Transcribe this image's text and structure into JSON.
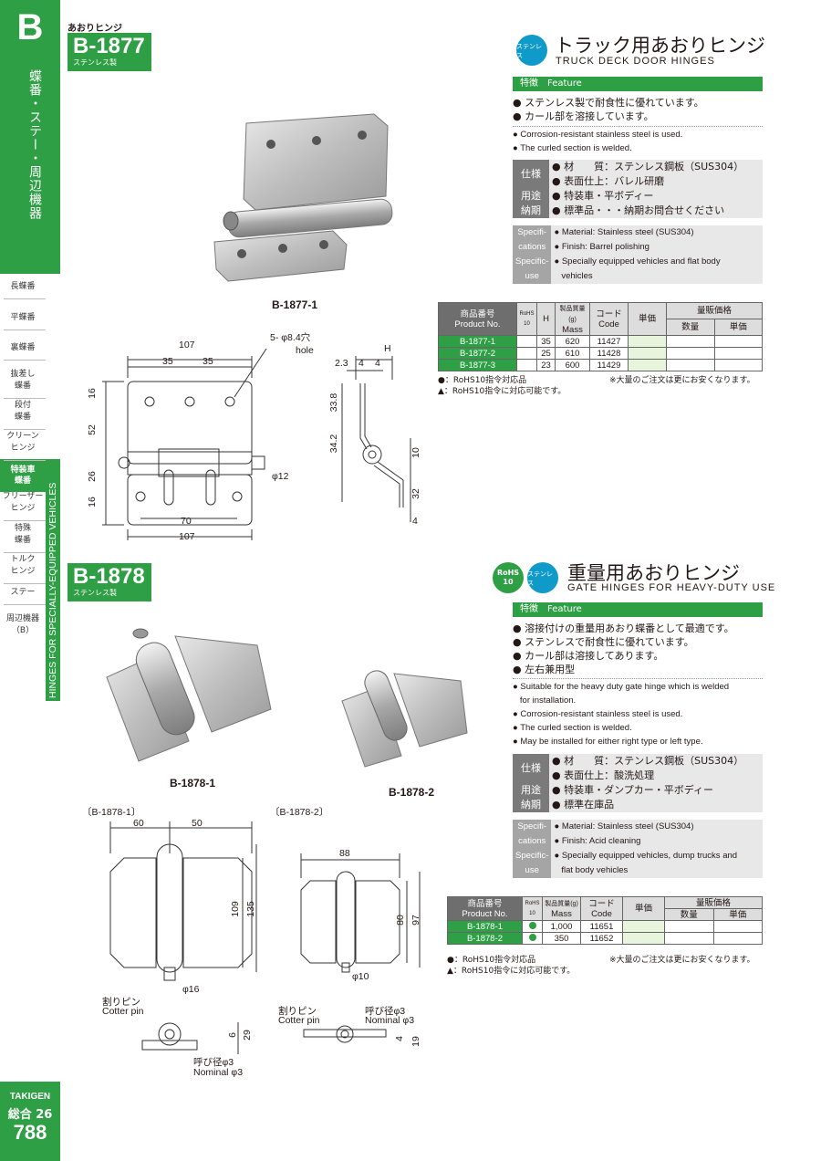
{
  "sidebar": {
    "letter": "B",
    "vertical_title": "蝶番・ステー・周辺機器",
    "items": [
      [
        "長蝶番"
      ],
      [
        "平蝶番"
      ],
      [
        "裏蝶番"
      ],
      [
        "抜差し",
        "蝶番"
      ],
      [
        "段付",
        "蝶番"
      ],
      [
        "クリーン",
        "ヒンジ"
      ],
      [
        "特装車",
        "蝶番"
      ],
      [
        "フリーザー",
        "ヒンジ"
      ],
      [
        "特殊",
        "蝶番"
      ],
      [
        "トルク",
        "ヒンジ"
      ],
      [
        "ステー"
      ],
      [
        "周辺機器",
        "（B）"
      ]
    ],
    "strip_text": "HINGES FOR SPECIALLY-EQUIPPED VEHICLES",
    "brand": "TAKIGEN",
    "volume": "総合 26",
    "page": "788",
    "colors": {
      "accent": "#2f9f45"
    }
  },
  "p1877": {
    "category": "あおりヒンジ",
    "model": "B-1877",
    "material_tag": "ステンレス製",
    "badge": "ステンレス",
    "title_jp": "トラック用あおりヒンジ",
    "title_en": "TRUCK DECK DOOR HINGES",
    "feature_label": "特徴　Feature",
    "features_jp": [
      "ステンレス製で耐食性に優れています。",
      "カール部を溶接しています。"
    ],
    "features_en": [
      "Corrosion-resistant stainless steel is used.",
      "The curled section is welded."
    ],
    "spec_jp": [
      {
        "key": "仕様",
        "vals": [
          "材　　質：ステンレス鋼板（SUS304）",
          "表面仕上：バレル研磨"
        ]
      },
      {
        "key": "用途",
        "vals": [
          "特装車・平ボディー"
        ]
      },
      {
        "key": "納期",
        "vals": [
          "標準品・・・納期お問合せください"
        ]
      }
    ],
    "spec_en": [
      {
        "key": "Specifi-",
        "val": "Material: Stainless steel (SUS304)"
      },
      {
        "key": "cations",
        "val": "Finish: Barrel polishing"
      },
      {
        "key": "Specific-",
        "val": "Specially equipped vehicles and flat body"
      },
      {
        "key": "use",
        "val": "vehicles"
      }
    ],
    "photo_label": "B-1877-1",
    "table": {
      "h_product": "商品番号",
      "h_product_en": "Product No.",
      "h_rohs": "RoHS 10",
      "h_h": "H",
      "h_mass": "製品質量(g)",
      "h_mass_en": "Mass",
      "h_code": "コード",
      "h_code_en": "Code",
      "h_unit": "単価",
      "h_vol": "量販価格",
      "h_qty": "数量",
      "h_vunit": "単価",
      "rows": [
        {
          "no": "B-1877-1",
          "h": "35",
          "mass": "620",
          "code": "11427"
        },
        {
          "no": "B-1877-2",
          "h": "25",
          "mass": "610",
          "code": "11428"
        },
        {
          "no": "B-1877-3",
          "h": "23",
          "mass": "600",
          "code": "11429"
        }
      ]
    },
    "notes": [
      "●：RoHS10指令対応品",
      "▲：RoHS10指令に対応可能です。"
    ],
    "note_right": "※大量のご注文は更にお安くなります。",
    "dims": {
      "w107": "107",
      "d35a": "35",
      "d35b": "35",
      "hole": "5- φ8.4穴",
      "hole_en": "hole",
      "d16a": "16",
      "d52": "52",
      "d26": "26",
      "d16b": "16",
      "d70": "70",
      "w107b": "107",
      "phi12": "φ12",
      "H": "H",
      "t23": "2.3",
      "t4a": "4",
      "t4b": "4",
      "s338": "33.8",
      "s342": "34.2",
      "s10": "10",
      "s32": "32",
      "s4": "4"
    }
  },
  "p1878": {
    "model": "B-1878",
    "material_tag": "ステンレス製",
    "rohs_badge": [
      "RoHS",
      "10"
    ],
    "badge": "ステンレス",
    "title_jp": "重量用あおりヒンジ",
    "title_en": "GATE HINGES FOR HEAVY-DUTY USE",
    "feature_label": "特徴　Feature",
    "features_jp": [
      "溶接付けの重量用あおり蝶番として最適です。",
      "ステンレスで耐食性に優れています。",
      "カール部は溶接してあります。",
      "左右兼用型"
    ],
    "features_en": [
      "Suitable for the heavy duty gate hinge which is welded",
      "for installation.",
      "Corrosion-resistant stainless steel is used.",
      "The curled section is welded.",
      "May be installed for either right type or left type."
    ],
    "spec_jp": [
      {
        "key": "仕様",
        "vals": [
          "材　　質：ステンレス鋼板（SUS304）",
          "表面仕上：酸洗処理"
        ]
      },
      {
        "key": "用途",
        "vals": [
          "特装車・ダンプカー・平ボディー"
        ]
      },
      {
        "key": "納期",
        "vals": [
          "標準在庫品"
        ]
      }
    ],
    "spec_en": [
      {
        "key": "Specifi-",
        "val": "Material: Stainless steel (SUS304)"
      },
      {
        "key": "cations",
        "val": "Finish: Acid cleaning"
      },
      {
        "key": "Specific-",
        "val": "Specially equipped vehicles, dump trucks and"
      },
      {
        "key": "use",
        "val": "flat body vehicles"
      }
    ],
    "photo1_label": "B-1878-1",
    "photo2_label": "B-1878-2",
    "draw1_label": "〔B-1878-1〕",
    "draw2_label": "〔B-1878-2〕",
    "table": {
      "h_product": "商品番号",
      "h_product_en": "Product No.",
      "h_rohs": "RoHS 10",
      "h_mass": "製品質量(g)",
      "h_mass_en": "Mass",
      "h_code": "コード",
      "h_code_en": "Code",
      "h_unit": "単価",
      "h_vol": "量販価格",
      "h_qty": "数量",
      "h_vunit": "単価",
      "rows": [
        {
          "no": "B-1878-1",
          "mass": "1,000",
          "code": "11651"
        },
        {
          "no": "B-1878-2",
          "mass": "350",
          "code": "11652"
        }
      ]
    },
    "notes": [
      "●：RoHS10指令対応品",
      "▲：RoHS10指令に対応可能です。"
    ],
    "note_right": "※大量のご注文は更にお安くなります。",
    "dims": {
      "d60": "60",
      "d50": "50",
      "d109": "109",
      "d135": "135",
      "phi16": "φ16",
      "pin_jp": "割りピン",
      "pin_en": "Cotter pin",
      "d6": "6",
      "d29": "29",
      "nom_jp": "呼び径φ3",
      "nom_en": "Nominal φ3",
      "d88": "88",
      "d80": "80",
      "d97": "97",
      "phi10": "φ10",
      "d4": "4",
      "d19": "19"
    }
  }
}
